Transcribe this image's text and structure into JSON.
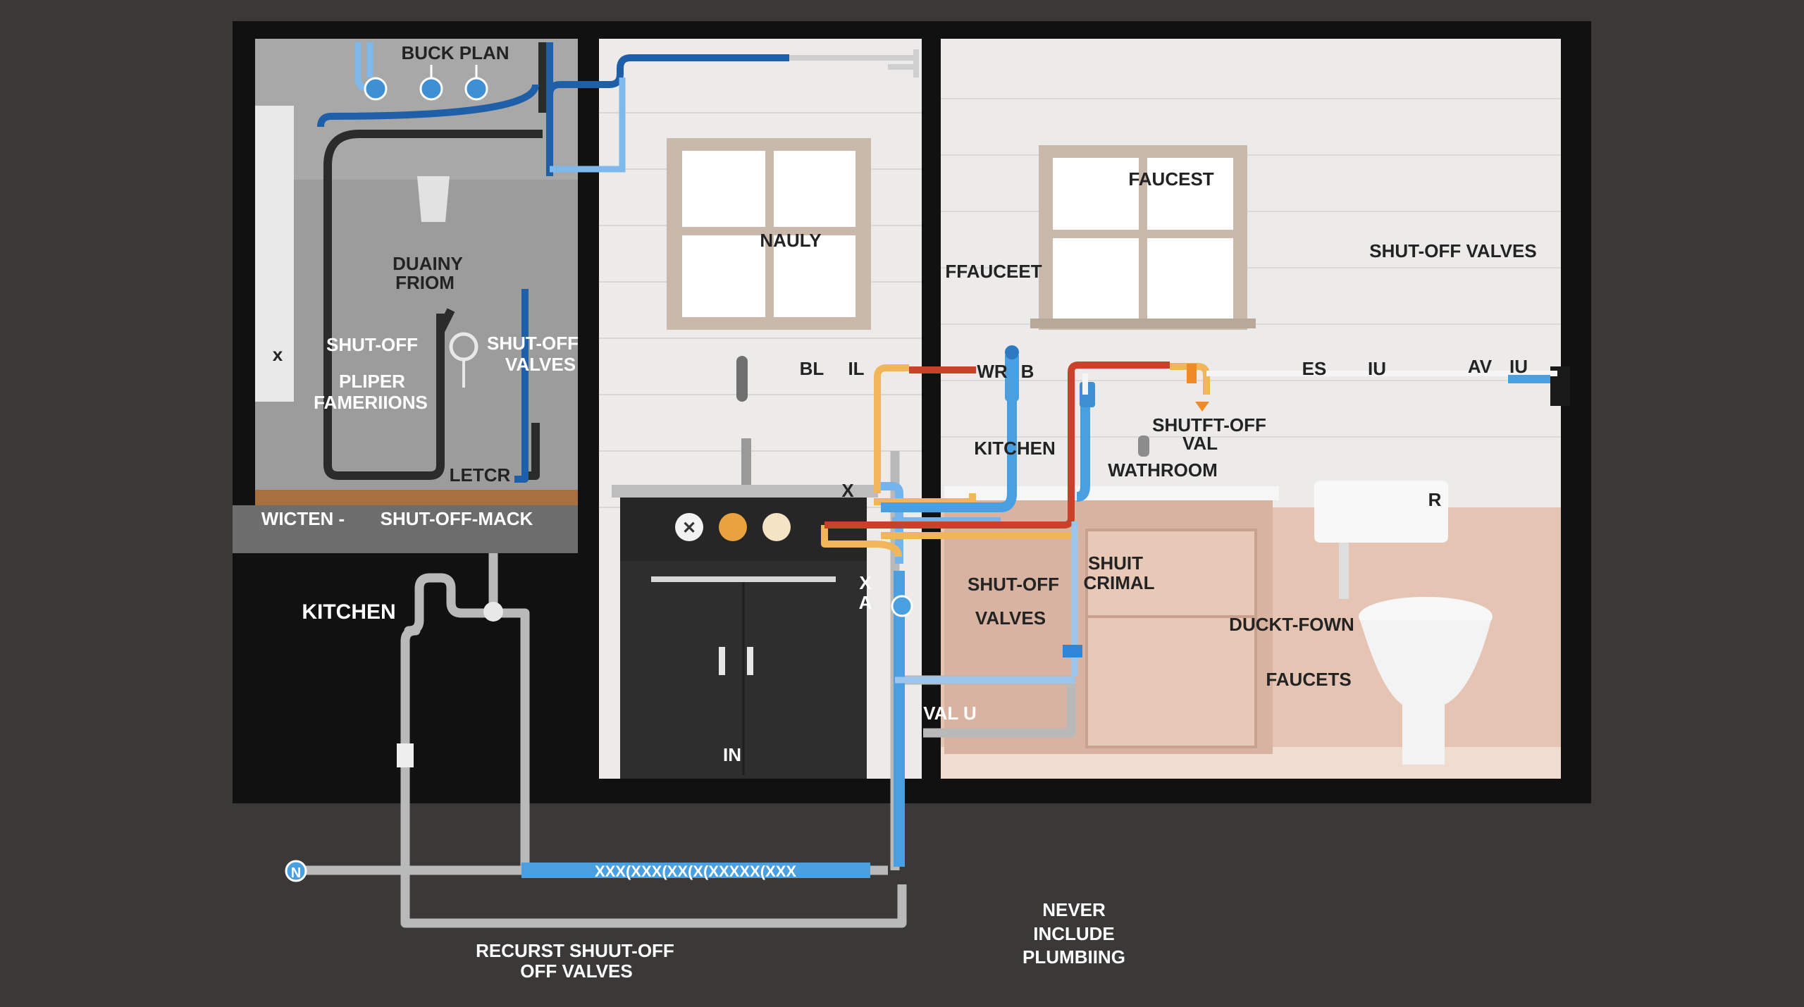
{
  "colors": {
    "background": "#3a3938",
    "frame": "#111111",
    "left_room_wall": "#9a9a9a",
    "room_wall": "#ecebe9",
    "cabinet": "#2e2e2e",
    "bathroom_tile": "#e5c4b3",
    "pipe_cold": "#4a9fe0",
    "pipe_cold_dark": "#1f5fa8",
    "pipe_hot": "#c8412b",
    "pipe_warm": "#f2b65a",
    "pipe_drain": "#2b2b2b",
    "pipe_grey": "#b9b9b9",
    "valve_orange": "#f08a24"
  },
  "labels": {
    "buck_plan": "BUCK PLAN",
    "duainy_line1": "DUAINY",
    "duainy_line2": "FRIOM",
    "shut_off_left": "SHUT-OFF",
    "shut_off_valves_left_1": "SHUT-OFF",
    "shut_off_valves_left_2": "VALVES",
    "pliper_1": "PLIPER",
    "pliper_2": "FAMERIIONS",
    "letcr": "LETCR",
    "wicten": "WICTEN -",
    "shut_off_mack": "SHUT-OFF-MACK",
    "x_left": "x",
    "kitchen_outside": "KITCHEN",
    "recurst_1": "RECURST SHUUT-OFF",
    "recurst_2": "OFF VALVES",
    "never_1": "NEVER",
    "never_2": "INCLUDE",
    "never_3": "PLUMBIING",
    "nauly": "NAULY",
    "bl": "BL",
    "il": "IL",
    "wr": "WR",
    "b": "B",
    "x_mid": "X",
    "x_mid2": "X",
    "a_mid": "A",
    "in": "IN",
    "val_u": "VAL U",
    "faucest": "FAUCEST",
    "ffauceet": "FFAUCEET",
    "shut_off_valves_right": "SHUT-OFF VALVES",
    "kitchen_room": "KITCHEN",
    "shutft_1": "SHUTFT-OFF",
    "shutft_2": "VAL",
    "wathroom": "WATHROOM",
    "es": "ES",
    "iu": "IU",
    "av": "AV",
    "iu2": "IU",
    "r": "R",
    "shut_off_valves_cab_1": "SHUT-OFF",
    "shut_off_valves_cab_2": "VALVES",
    "shuit_1": "SHUIT",
    "shuit_2": "CRIMAL",
    "duckt_fown": "DUCKT-FOWN",
    "faucets": "FAUCETS",
    "n_marker": "N",
    "pipe_run_marks": "XXX(XXX(XX(X(XXXXX(XXX"
  }
}
